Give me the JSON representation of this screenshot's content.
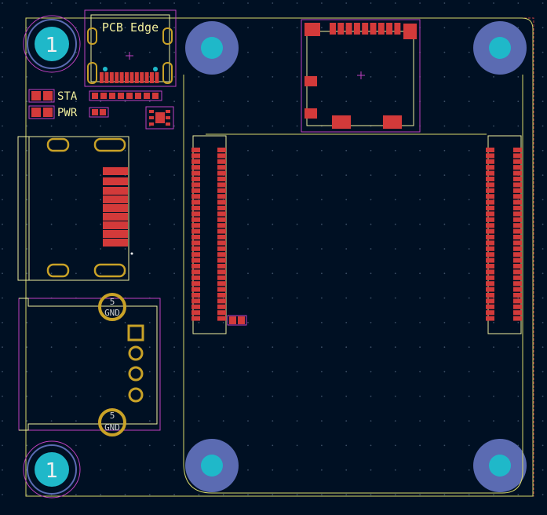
{
  "labels": {
    "pcb_edge": "PCB Edge",
    "sta": "STA",
    "pwr": "PWR",
    "gnd": "GND",
    "pad_5": "5",
    "fiducial_1": "1"
  },
  "colors": {
    "background": "#001023",
    "board_edge": "#d9d96a",
    "copper_pad": "#d33a3a",
    "through_hole": "#c9a227",
    "mount_hole_ring": "#5b6bb2",
    "mount_hole_center": "#1fb8c9",
    "courtyard": "#c040c0",
    "silkscreen": "#f0ee9c",
    "grid_dot": "#3c4f66"
  }
}
